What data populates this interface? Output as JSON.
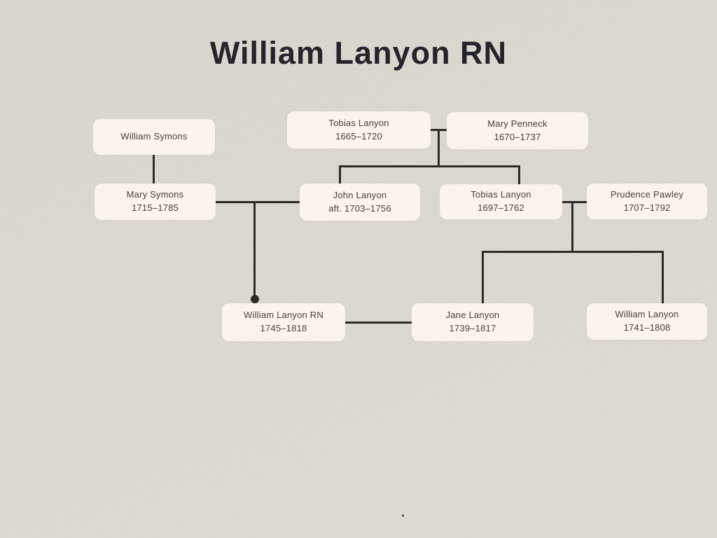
{
  "title": "William Lanyon RN",
  "colors": {
    "background": "#ded9d1",
    "card_fill": "#faf4ec",
    "line": "#2e2b27",
    "title_text": "#26242a",
    "card_text": "#45413b"
  },
  "people": [
    {
      "id": "william-symons",
      "name": "William Symons",
      "dates": ""
    },
    {
      "id": "tobias-lanyon-sr",
      "name": "Tobias Lanyon",
      "dates": "1665–1720"
    },
    {
      "id": "mary-penneck",
      "name": "Mary Penneck",
      "dates": "1670–1737"
    },
    {
      "id": "mary-symons",
      "name": "Mary Symons",
      "dates": "1715–1785"
    },
    {
      "id": "john-lanyon",
      "name": "John Lanyon",
      "dates": "aft. 1703–1756"
    },
    {
      "id": "tobias-lanyon-jr",
      "name": "Tobias Lanyon",
      "dates": "1697–1762"
    },
    {
      "id": "prudence-pawley",
      "name": "Prudence Pawley",
      "dates": "1707–1792"
    },
    {
      "id": "william-lanyon-rn",
      "name": "William Lanyon RN",
      "dates": "1745–1818"
    },
    {
      "id": "jane-lanyon",
      "name": "Jane Lanyon",
      "dates": "1739–1817"
    },
    {
      "id": "william-lanyon-jr",
      "name": "William Lanyon",
      "dates": "1741–1808"
    }
  ],
  "relationships": [
    {
      "type": "parent-child",
      "parent": "william-symons",
      "child": "mary-symons"
    },
    {
      "type": "spouse",
      "between": [
        "tobias-lanyon-sr",
        "mary-penneck"
      ]
    },
    {
      "type": "parent-child",
      "parents": [
        "tobias-lanyon-sr",
        "mary-penneck"
      ],
      "child": "john-lanyon"
    },
    {
      "type": "parent-child",
      "parents": [
        "tobias-lanyon-sr",
        "mary-penneck"
      ],
      "child": "tobias-lanyon-jr"
    },
    {
      "type": "spouse",
      "between": [
        "mary-symons",
        "john-lanyon"
      ]
    },
    {
      "type": "parent-child",
      "parents": [
        "mary-symons",
        "john-lanyon"
      ],
      "child": "william-lanyon-rn"
    },
    {
      "type": "spouse",
      "between": [
        "tobias-lanyon-jr",
        "prudence-pawley"
      ]
    },
    {
      "type": "parent-child",
      "parents": [
        "tobias-lanyon-jr",
        "prudence-pawley"
      ],
      "child": "jane-lanyon"
    },
    {
      "type": "parent-child",
      "parents": [
        "tobias-lanyon-jr",
        "prudence-pawley"
      ],
      "child": "william-lanyon-jr"
    },
    {
      "type": "spouse",
      "between": [
        "william-lanyon-rn",
        "jane-lanyon"
      ]
    }
  ]
}
